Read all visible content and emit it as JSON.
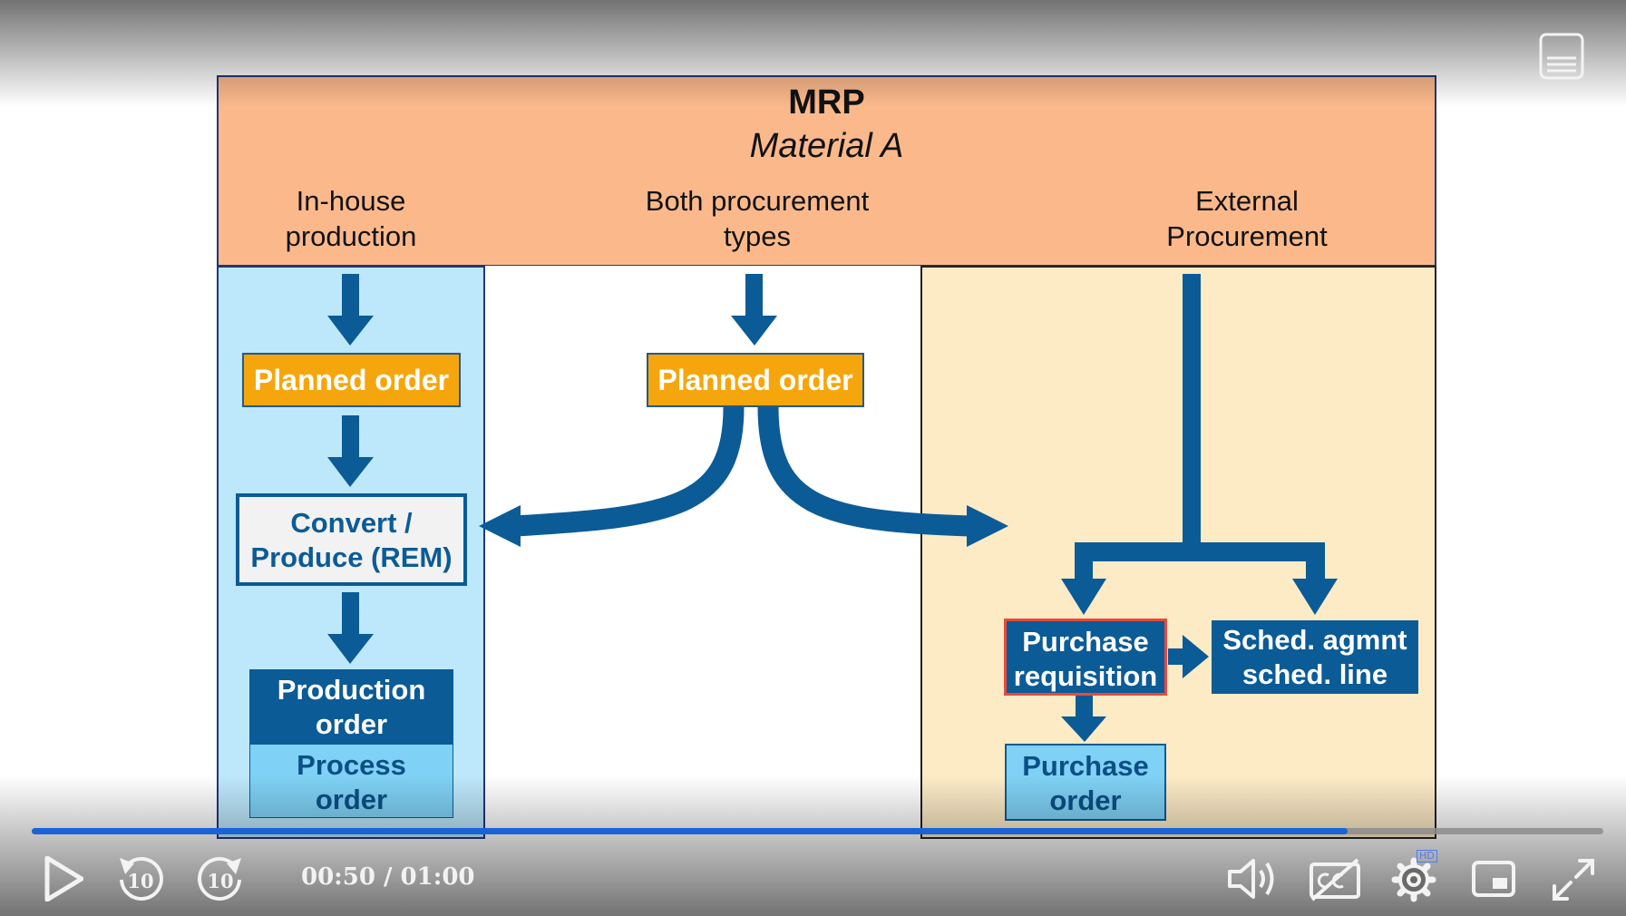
{
  "slide": {
    "title": "MRP",
    "subtitle": "Material A",
    "columns": {
      "left": "In-house\nproduction",
      "middle": "Both procurement\ntypes",
      "right": "External\nProcurement"
    },
    "boxes": {
      "planned_order_left": "Planned order",
      "planned_order_middle": "Planned order",
      "convert": "Convert /\nProduce (REM)",
      "production_order": "Production\norder",
      "process_order": "Process\norder",
      "purchase_requisition": "Purchase\nrequisition",
      "sched_agreement": "Sched. agmnt\nsched. line",
      "purchase_order": "Purchase\norder"
    },
    "colors": {
      "header": "#fbb98b",
      "inhouse_column": "#bde8fb",
      "external_column": "#fdebc6",
      "arrow": "#0b5b97",
      "planned_order": "#f6a60d"
    }
  },
  "player": {
    "time_display": "00:50 / 01:00",
    "progress": 0.837,
    "hd_badge": "HD",
    "controls": [
      "play-icon",
      "rewind-10-icon",
      "forward-10-icon",
      "volume-icon",
      "captions-off-icon",
      "settings-icon",
      "picture-in-picture-icon",
      "fullscreen-icon"
    ],
    "top_right": "menu-icon"
  }
}
